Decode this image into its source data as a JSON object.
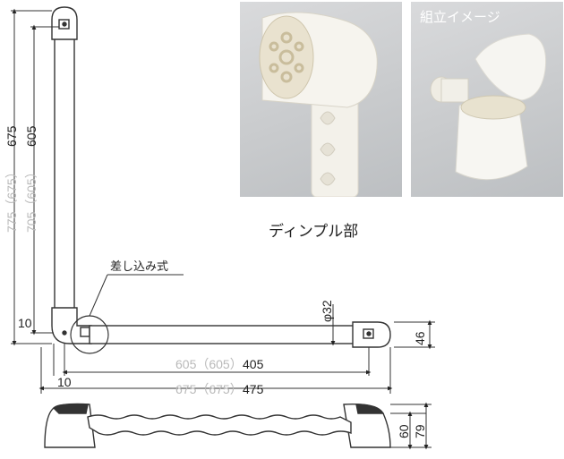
{
  "photos": {
    "dimple_photo": {
      "alt": "dimple photo"
    },
    "assembly_photo": {
      "caption": "組立イメージ"
    }
  },
  "captions": {
    "dimple": "ディンプル部",
    "insert_type": "差し込み式"
  },
  "dimensions": {
    "vertical_outer": {
      "grey": "775（675）",
      "black": "675"
    },
    "vertical_inner": {
      "grey": "705（605）",
      "black": "605"
    },
    "offset_vertical": "10",
    "offset_horizontal": "10",
    "diameter": "φ32",
    "bracket_height": "46",
    "horizontal_inner": {
      "grey": "605（605）",
      "black": "405"
    },
    "horizontal_outer": {
      "grey": "675（675）",
      "black": "475"
    },
    "side_height_60": "60",
    "side_height_79": "79"
  }
}
